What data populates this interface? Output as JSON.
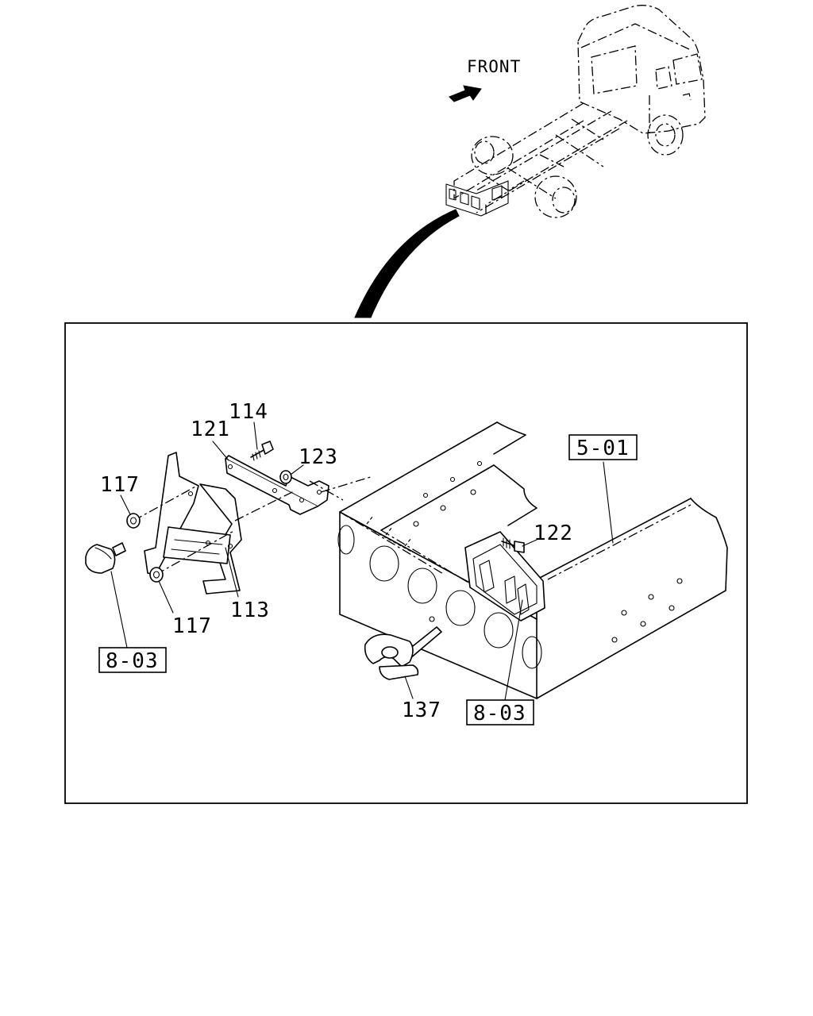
{
  "orientation_label": "FRONT",
  "callouts": {
    "c114": "114",
    "c121": "121",
    "c123": "123",
    "c117_upper": "117",
    "c117_lower": "117",
    "c113": "113",
    "c122": "122",
    "c137": "137"
  },
  "references": {
    "ref_frame": "5-01",
    "ref_lamp_left": "8-03",
    "ref_lamp_right": "8-03"
  },
  "icons": {
    "front_arrow": "arrow-icon",
    "truck": "truck-chassis-icon",
    "tow_hook": "tow-hook-icon"
  }
}
